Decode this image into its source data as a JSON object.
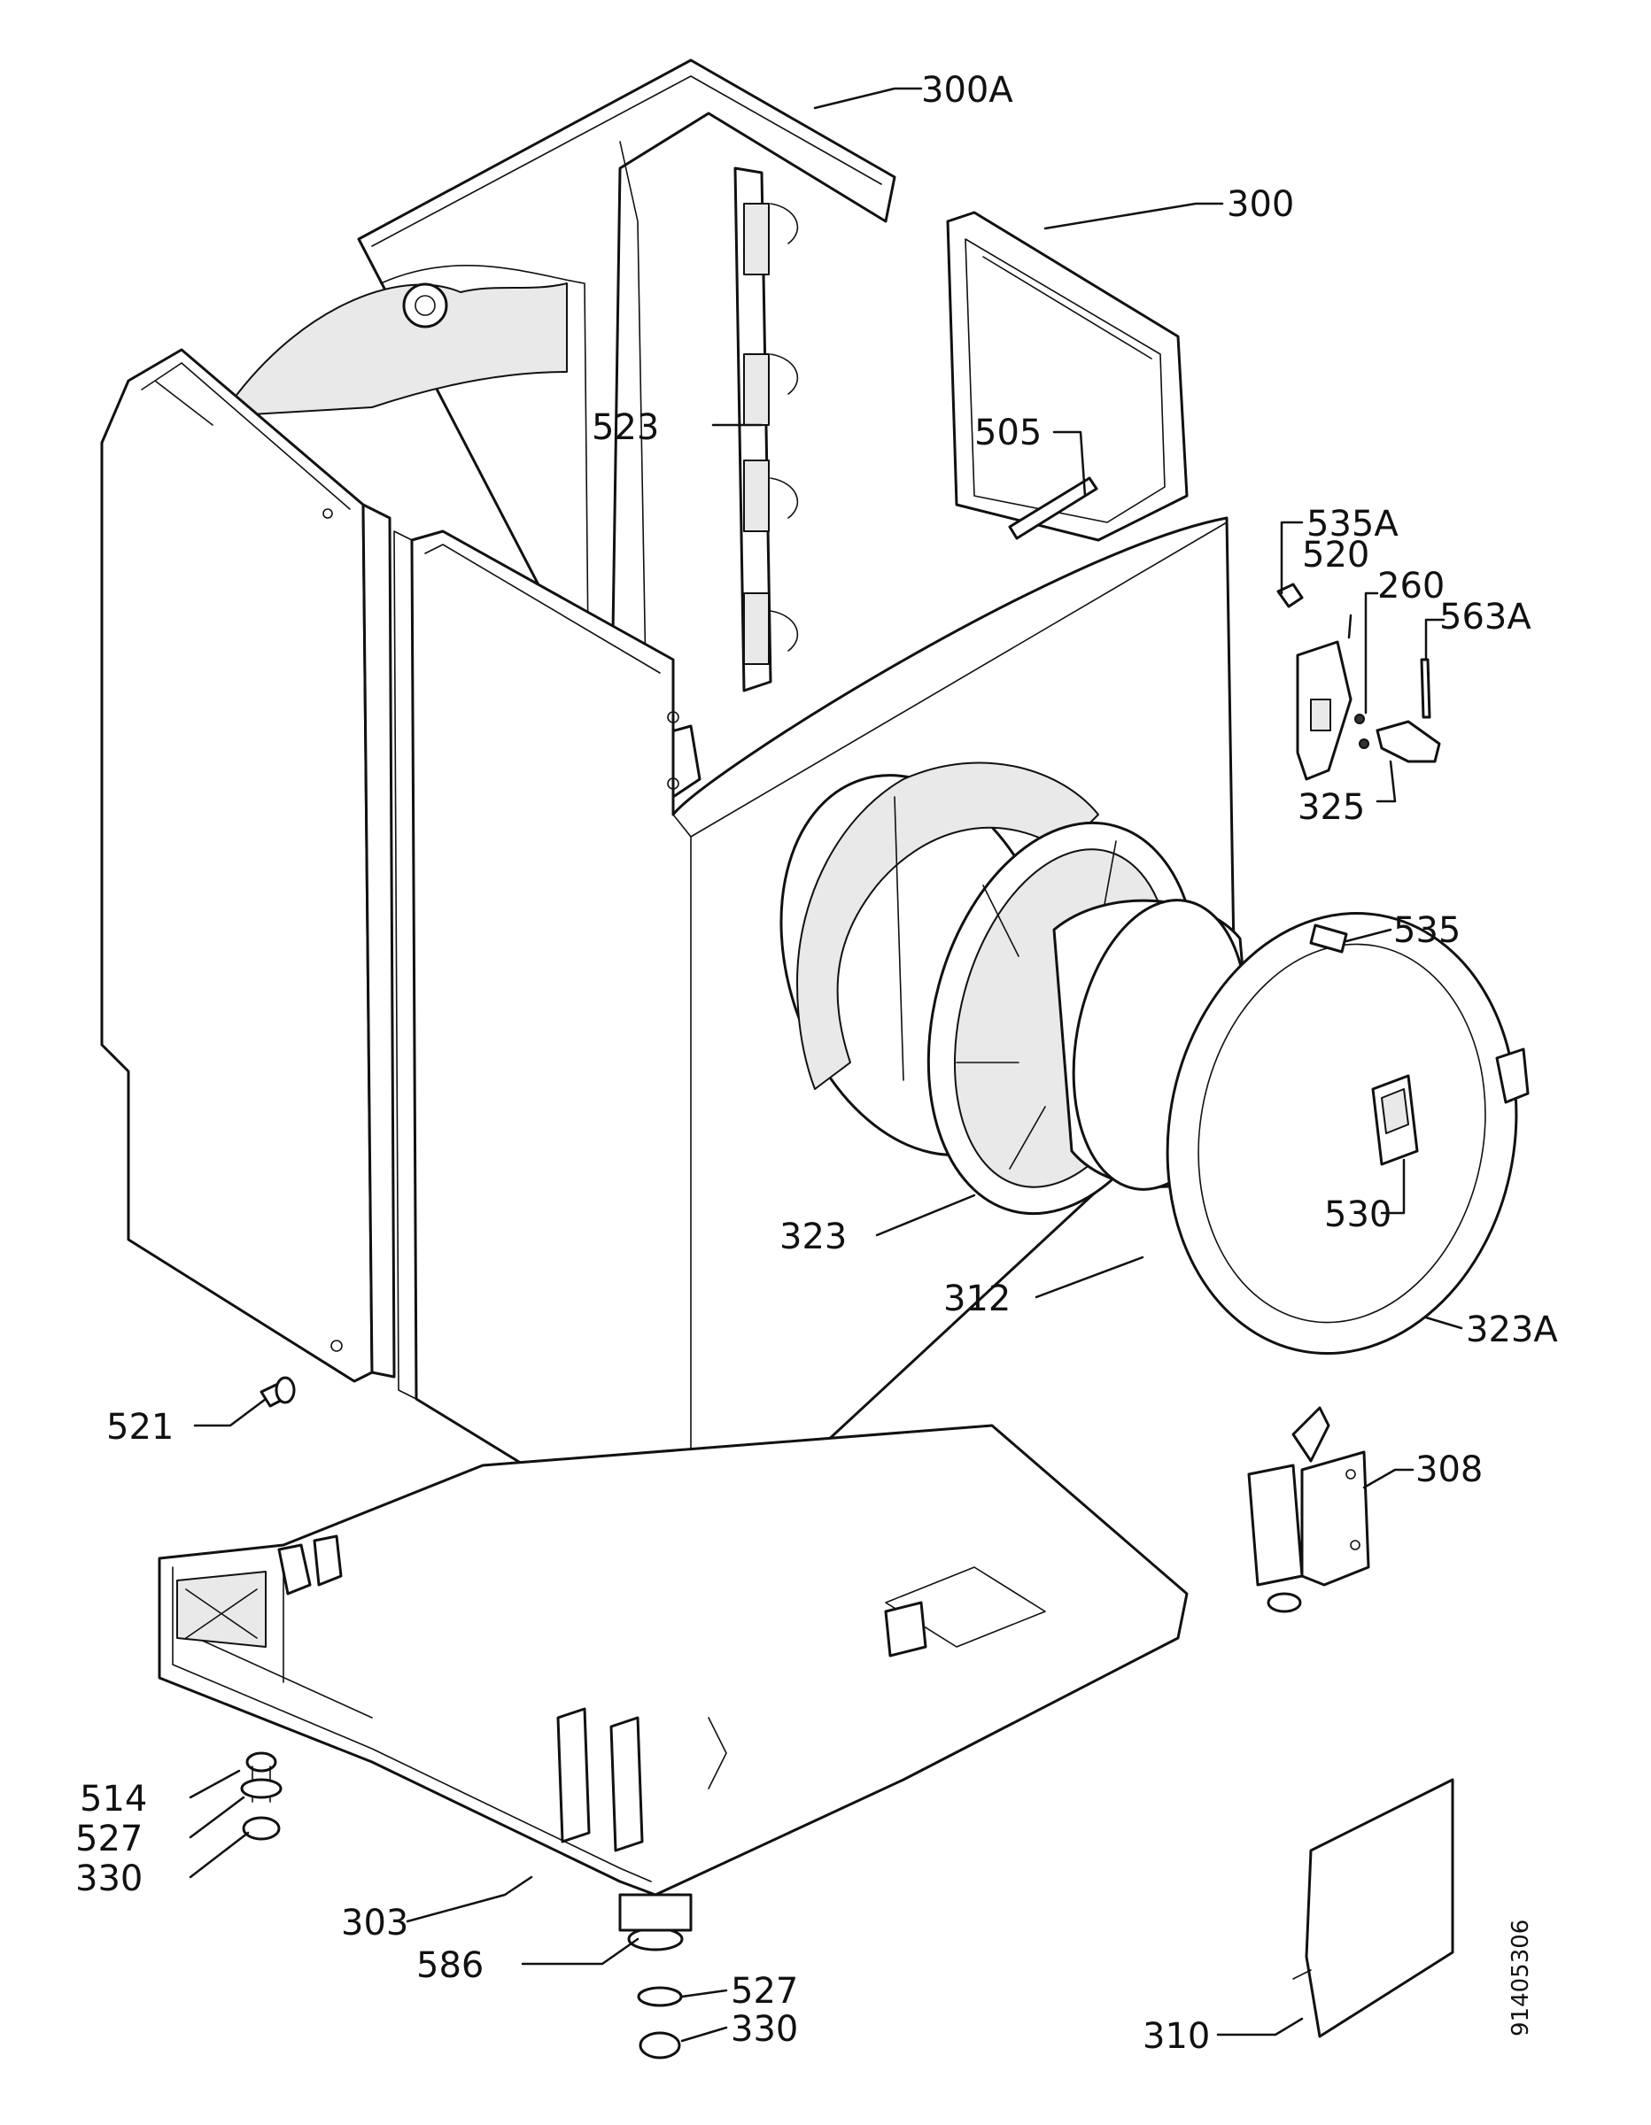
{
  "callouts": [
    {
      "id": "300A",
      "text": "300A"
    },
    {
      "id": "300",
      "text": "300"
    },
    {
      "id": "523",
      "text": "523"
    },
    {
      "id": "505",
      "text": "505"
    },
    {
      "id": "535A",
      "text": "535A"
    },
    {
      "id": "520",
      "text": "520"
    },
    {
      "id": "260",
      "text": "260"
    },
    {
      "id": "563A",
      "text": "563A"
    },
    {
      "id": "325",
      "text": "325"
    },
    {
      "id": "535",
      "text": "535"
    },
    {
      "id": "530",
      "text": "530"
    },
    {
      "id": "323",
      "text": "323"
    },
    {
      "id": "312",
      "text": "312"
    },
    {
      "id": "323A",
      "text": "323A"
    },
    {
      "id": "521",
      "text": "521"
    },
    {
      "id": "308",
      "text": "308"
    },
    {
      "id": "514",
      "text": "514"
    },
    {
      "id": "527a",
      "text": "527"
    },
    {
      "id": "330a",
      "text": "330"
    },
    {
      "id": "303",
      "text": "303"
    },
    {
      "id": "586",
      "text": "586"
    },
    {
      "id": "527b",
      "text": "527"
    },
    {
      "id": "330b",
      "text": "330"
    },
    {
      "id": "310",
      "text": "310"
    }
  ],
  "drawing_number": "91405306"
}
